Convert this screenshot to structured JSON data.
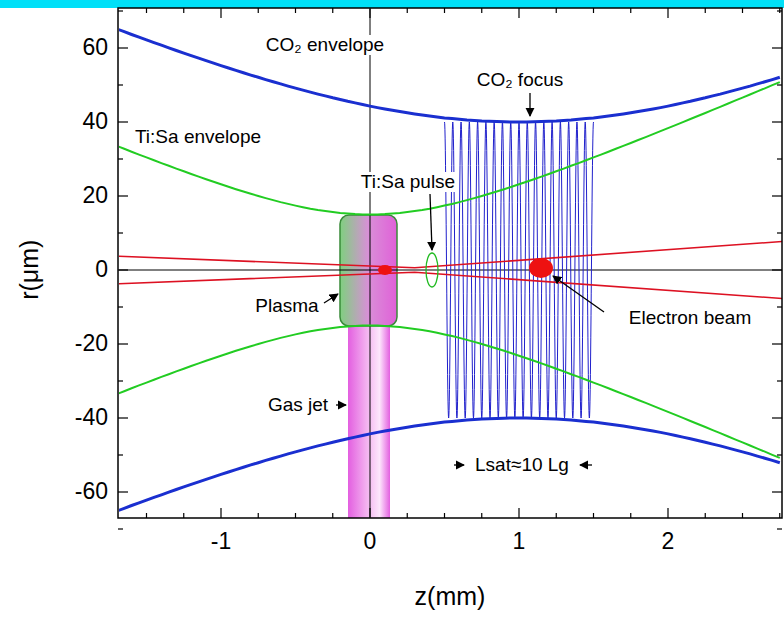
{
  "diagram": {
    "labels": [
      "CO₂ envelope",
      "CO₂ focus",
      "Ti:Sa envelope",
      "Ti:Sa pulse",
      "Plasma",
      "Gas jet",
      "Electron beam",
      "Lsat≈10 Lg",
      "r(μm)",
      "z(mm)",
      "60",
      "40",
      "20",
      "0",
      "-20",
      "-40",
      "-60",
      "-1",
      "0",
      "1",
      "2"
    ]
  }
}
